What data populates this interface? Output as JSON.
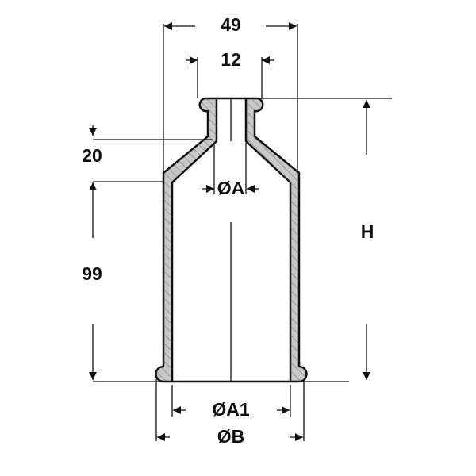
{
  "drawing": {
    "dimensions": {
      "overall_width": "49",
      "neck_width": "12",
      "cone_height": "20",
      "body_height": "99",
      "total_height": "H",
      "inner_diameter_top": "ØA",
      "inner_diameter_bottom": "ØA1",
      "outer_diameter_bottom": "ØB"
    },
    "colors": {
      "wall_fill": "#c8c8c8",
      "line": "#111111"
    }
  }
}
